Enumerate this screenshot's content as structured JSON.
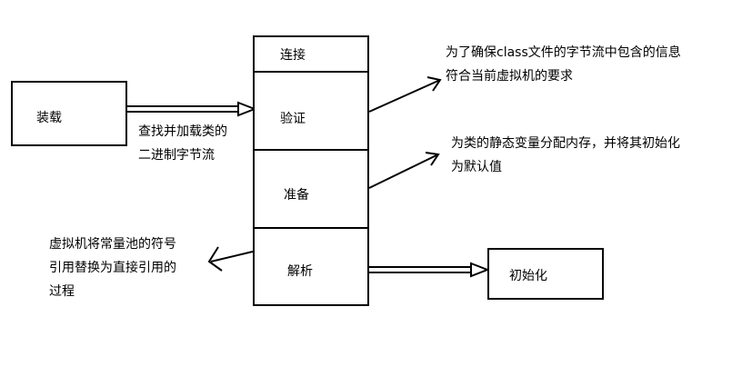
{
  "boxes": {
    "load": "装载",
    "init": "初始化",
    "stack": {
      "connect": "连接",
      "verify": "验证",
      "prepare": "准备",
      "resolve": "解析"
    }
  },
  "annotations": {
    "load_desc": [
      "查找并加载类的",
      "二进制字节流"
    ],
    "verify_desc": [
      "为了确保class文件的字节流中包含的信息",
      "符合当前虚拟机的要求"
    ],
    "prepare_desc": [
      "为类的静态变量分配内存，并将其初始化",
      "为默认值"
    ],
    "resolve_desc": [
      "虚拟机将常量池的符号",
      "引用替换为直接引用的",
      "过程"
    ]
  }
}
